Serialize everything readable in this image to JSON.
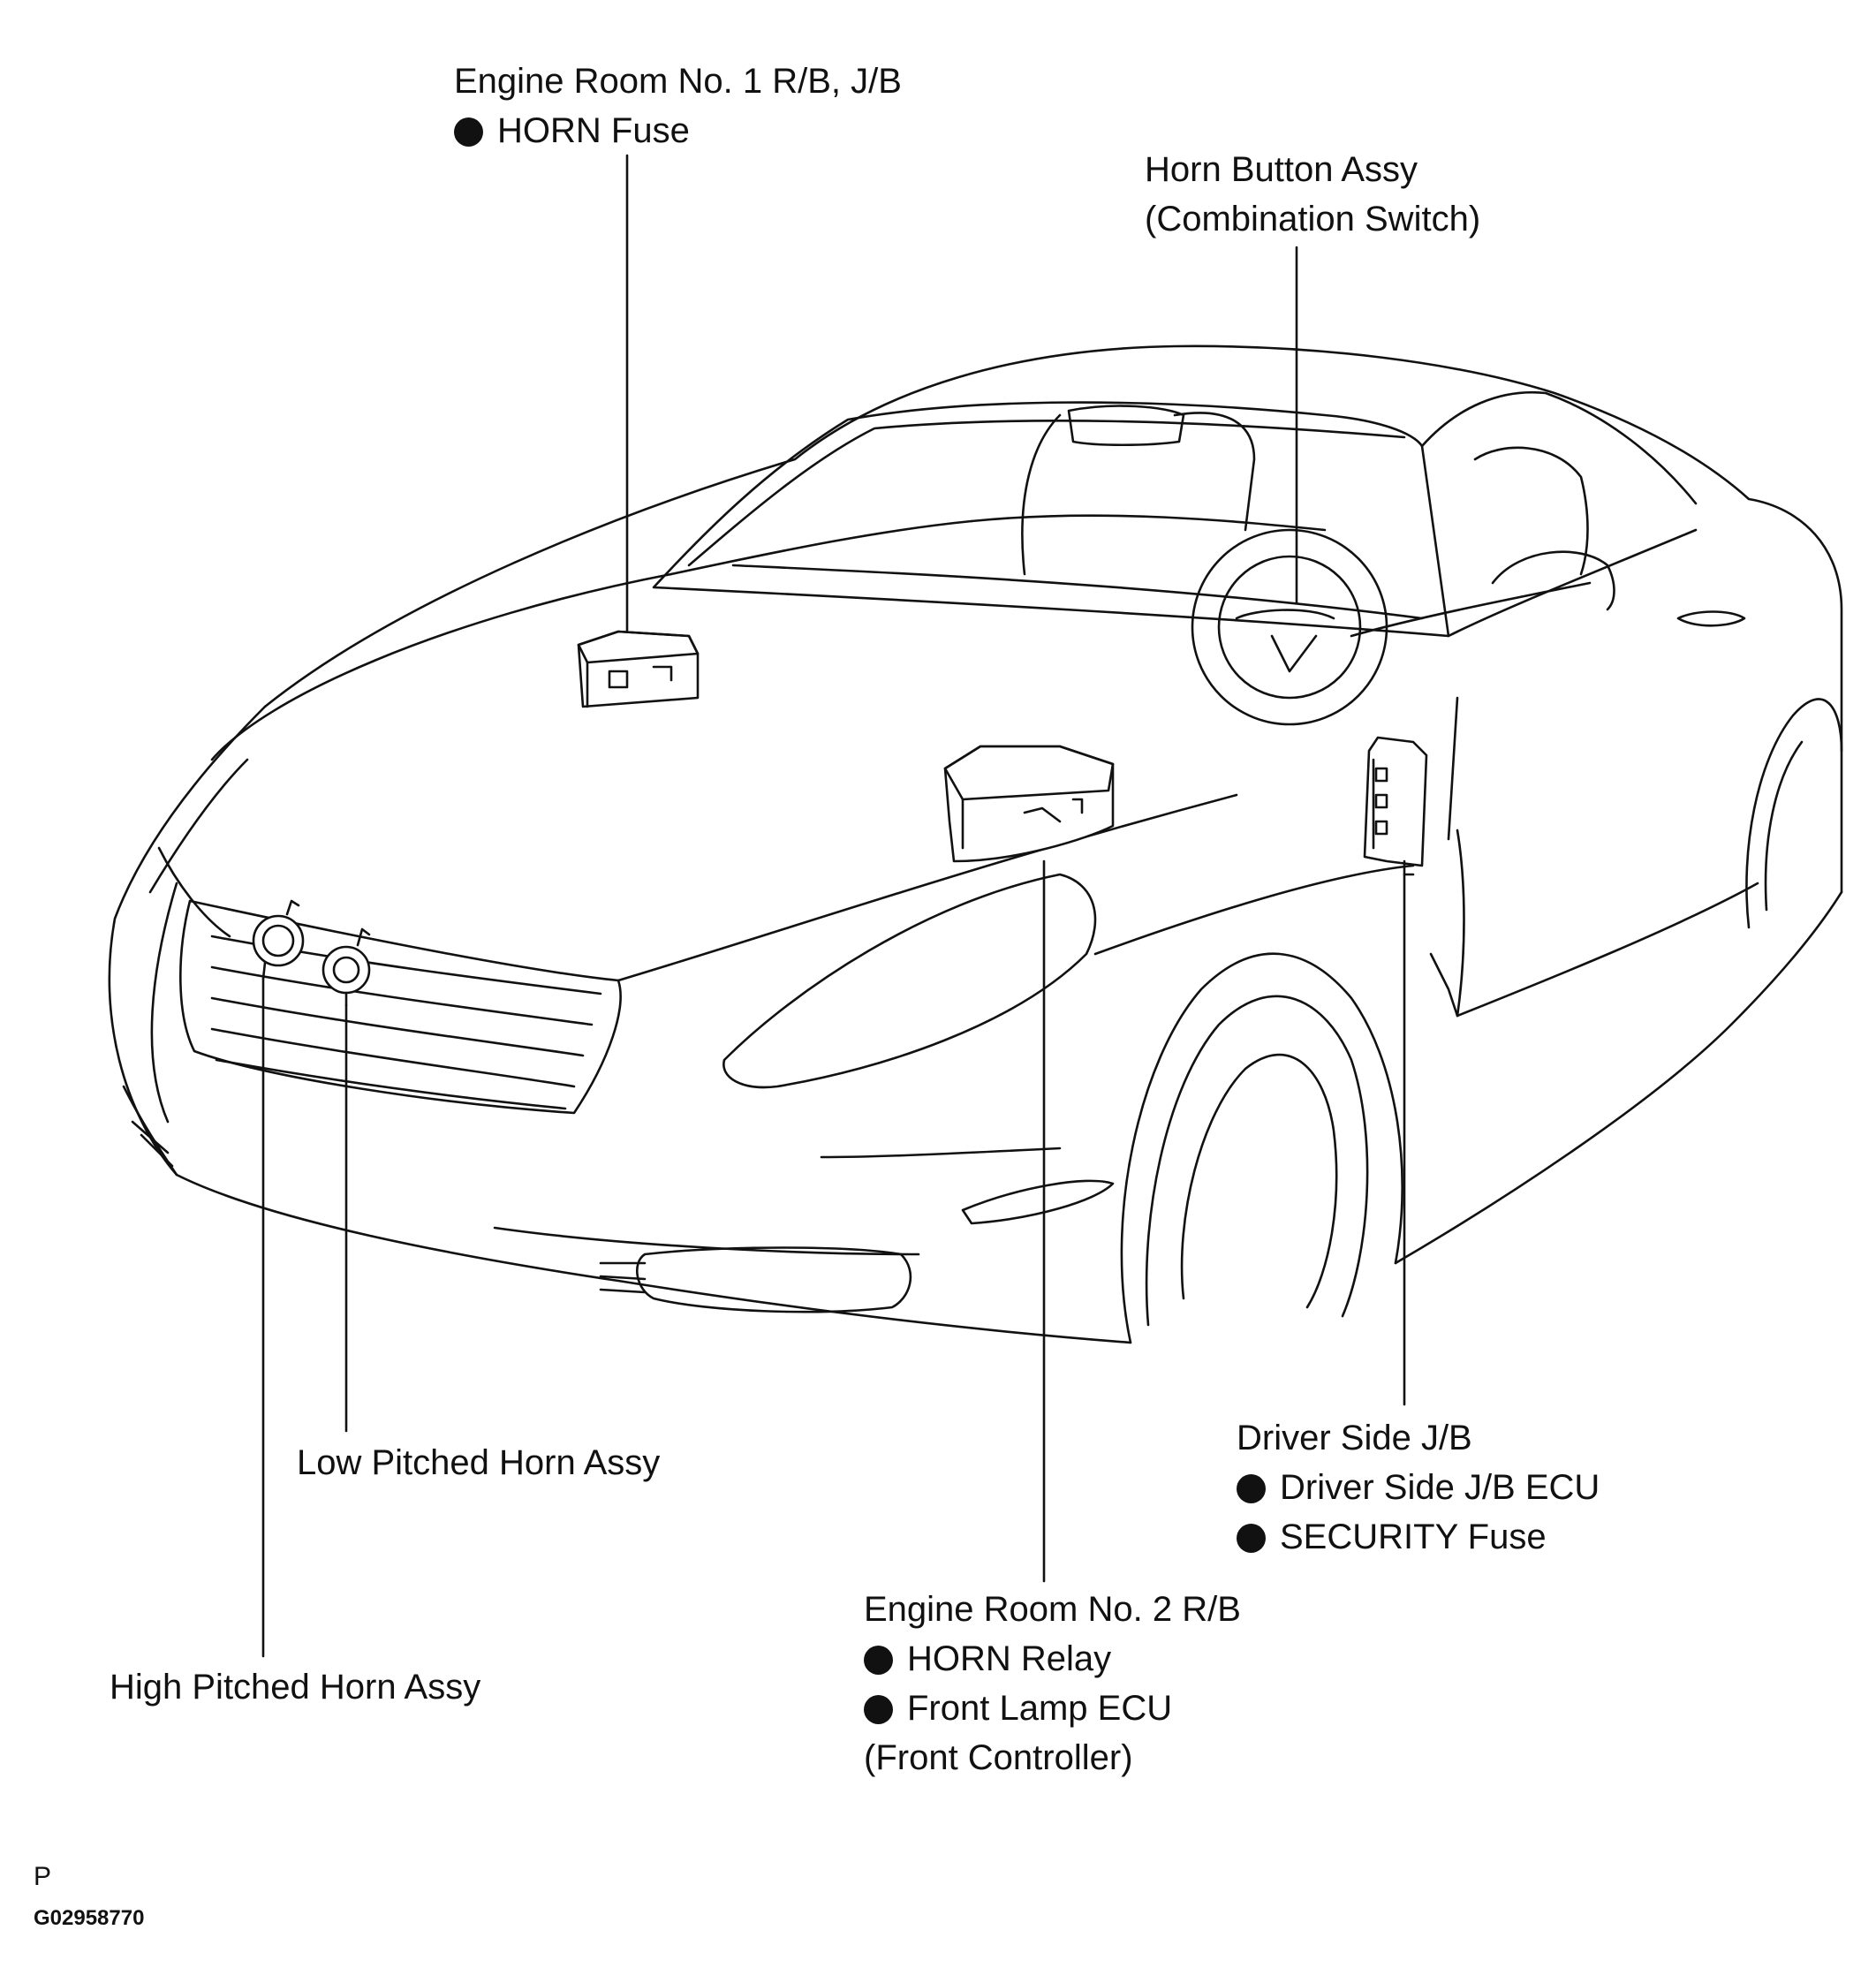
{
  "labels": {
    "engine_room_1": {
      "title": "Engine Room No. 1 R/B, J/B",
      "items": [
        "HORN Fuse"
      ]
    },
    "horn_button": {
      "lines": [
        "Horn Button Assy",
        "(Combination Switch)"
      ]
    },
    "low_pitched_horn": {
      "title": "Low Pitched Horn Assy"
    },
    "high_pitched_horn": {
      "title": "High Pitched Horn Assy"
    },
    "engine_room_2": {
      "title": "Engine Room No. 2 R/B",
      "items": [
        "HORN Relay",
        "Front Lamp ECU"
      ],
      "note": "(Front Controller)"
    },
    "driver_side_jb": {
      "title": "Driver Side J/B",
      "items": [
        "Driver Side J/B ECU",
        "SECURITY Fuse"
      ]
    }
  },
  "footer": {
    "code": "P",
    "figure_id": "G02958770"
  },
  "colors": {
    "ink": "#111111",
    "background": "#ffffff"
  }
}
